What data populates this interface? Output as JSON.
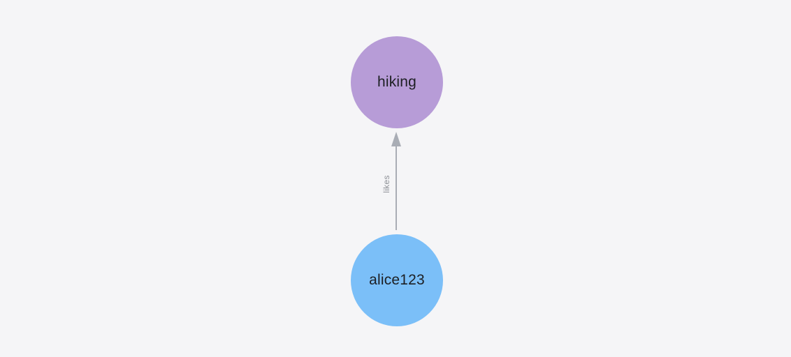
{
  "app": {
    "background": "#f5f5f7"
  },
  "graph": {
    "nodes": [
      {
        "id": "hiking",
        "label": "hiking",
        "fill": "#b79cd7",
        "text_color": "#1d1f23"
      },
      {
        "id": "alice123",
        "label": "alice123",
        "fill": "#7bbff8",
        "text_color": "#1d1f23"
      }
    ],
    "edge": {
      "label": "likes",
      "from": "alice123",
      "to": "hiking",
      "direction": "up",
      "line_color": "#a9adb5",
      "label_color": "#8e9197"
    }
  }
}
